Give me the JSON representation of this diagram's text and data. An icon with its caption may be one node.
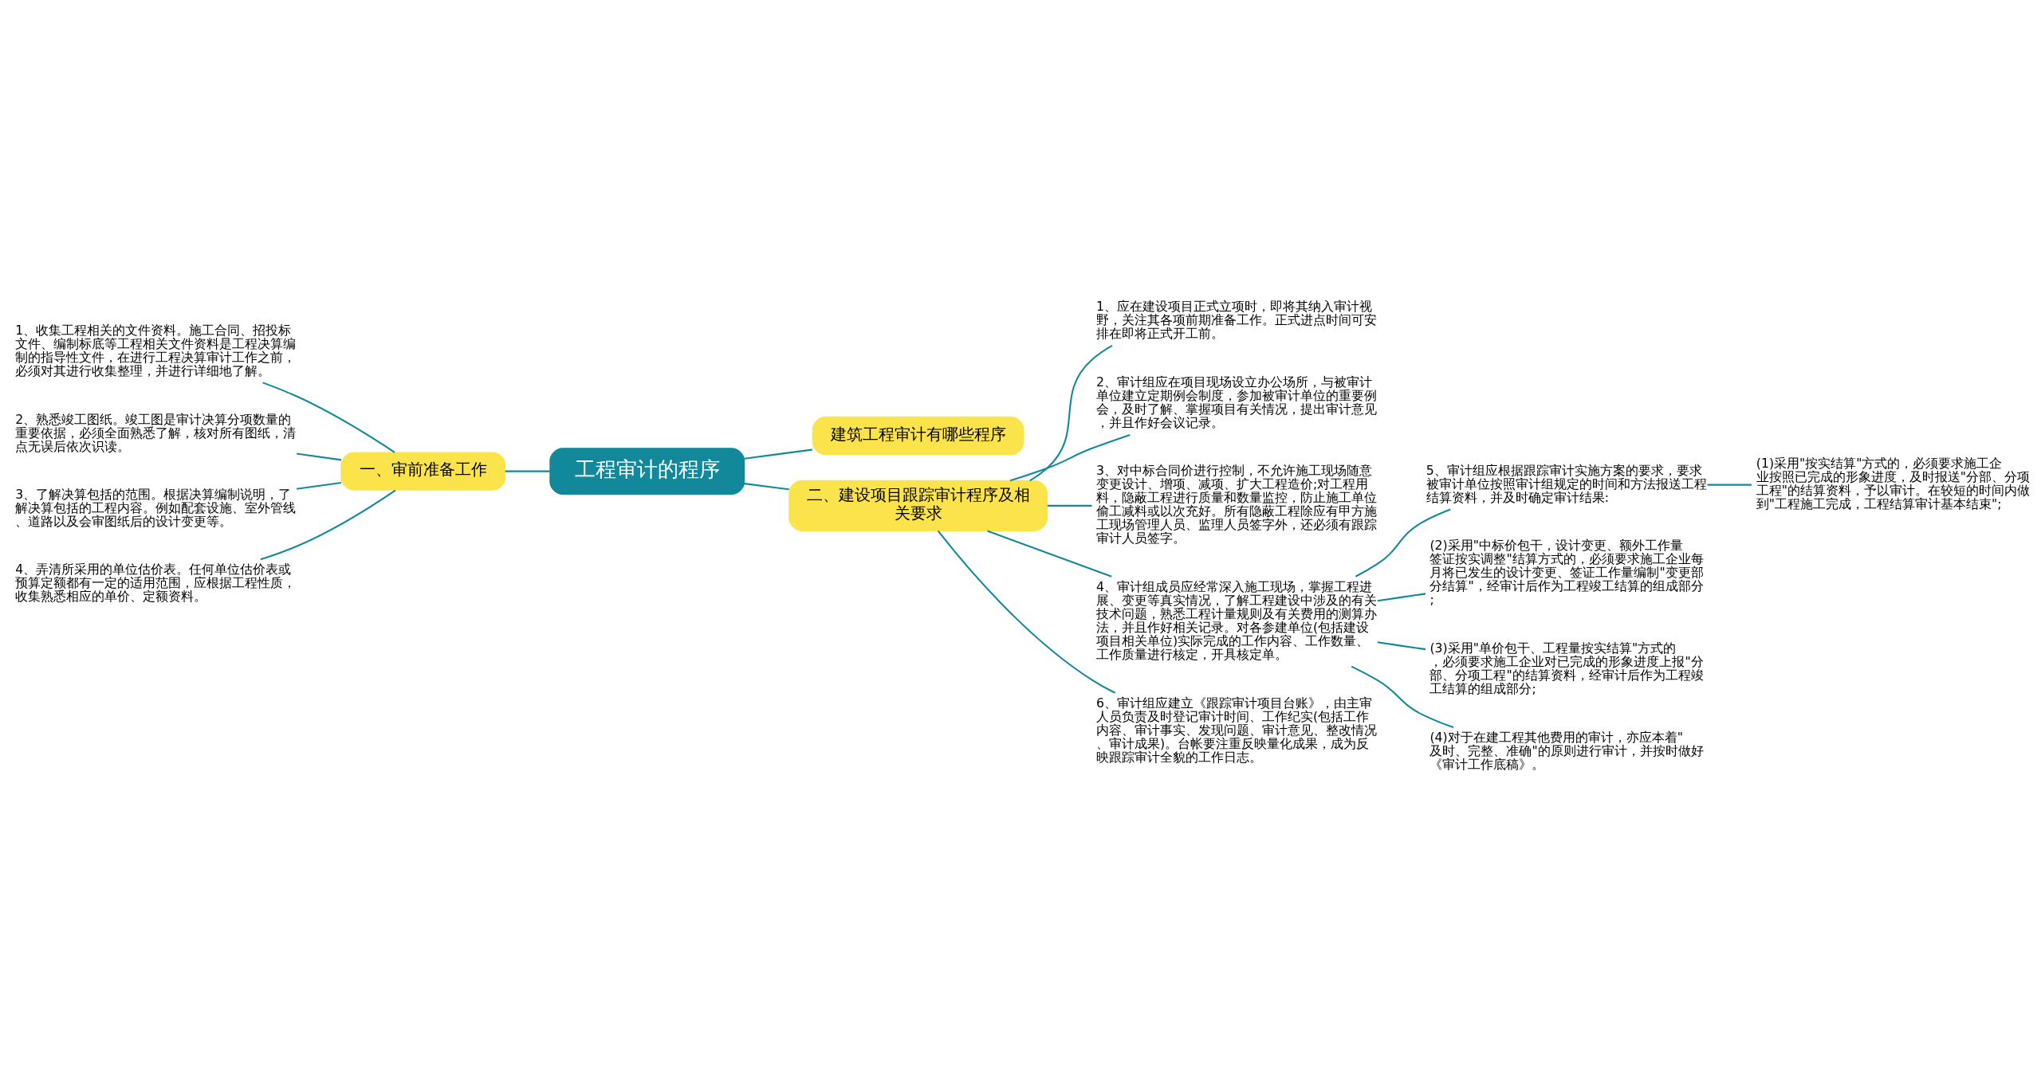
{
  "diagram": {
    "nodes": [
      {
        "text": [
          "工程审计的程序"
        ]
      },
      {
        "text": [
          "建筑工程审计有哪些程序"
        ]
      },
      {
        "text": [
          "一、审前准备工作"
        ]
      },
      {
        "text": [
          "1、收集工程相关的文件资料。施工合同、招投标文件、编制标底等工程相关文件资料是工程决算编制的指导性文件，在进行工程决算审计工作之前，必须对其进行收集整理，并进行详细地了解。"
        ]
      },
      {
        "text": [
          "2、熟悉竣工图纸。竣工图是审计决算分项数量的重要依据，必须全面熟悉了解，核对所有图纸，清点无误后依次识读。"
        ]
      },
      {
        "text": [
          "3、了解决算包括的范围。根据决算编制说明，了解决算包括的工程内容。例如配套设施、室外管线、道路以及会审图纸后的设计变更等。"
        ]
      },
      {
        "text": [
          "4、弄清所采用的单位估价表。任何单位估价表或预算定额都有一定的适用范围，应根据工程性质，收集熟悉相应的单价、定额资料。"
        ]
      },
      {
        "text": [
          "二、建设项目跟踪审计程序及相关要求"
        ]
      },
      {
        "text": [
          "1、应在建设项目正式立项时，即将其纳入审计视野，关注其各项前期准备工作。正式进点时间可安排在即将正式开工前。"
        ]
      },
      {
        "text": [
          "2、审计组应在项目现场设立办公场所，与被审计单位建立定期例会制度，参加被审计单位的重要例会，及时了解、掌握项目有关情况，提出审计意见，并且作好会议记录。"
        ]
      },
      {
        "text": [
          "3、对中标合同价进行控制，不允许施工现场随意变更设计、增项、减项、扩大工程造价;对工程用料，隐蔽工程进行质量和数量监控，防止施工单位偷工减料或以次充好。所有隐蔽工程除应有甲方施工现场管理人员、监理人员签字外，还必须有跟踪审计人员签字。"
        ]
      },
      {
        "text": [
          "4、审计组成员应经常深入施工现场，掌握工程进展、变更等真实情况，了解工程建设中涉及的有关技术问题，熟悉工程计量规则及有关费用的测算办法，并且作好相关记录。对各参建单位(包括建设项目相关单位)实际完成的工作内容、工作数量、工作质量进行核定，开具核定单。"
        ]
      },
      {
        "text": [
          "5、审计组应根据跟踪审计实施方案的要求，要求被审计单位按照审计组规定的时间和方法报送工程结算资料，并及时确定审计结果:"
        ]
      },
      {
        "text": [
          "(1)采用\"按实结算\"方式的，必须要求施工企业按照已完成的形象进度，及时报送\"分部、分项工程\"的结算资料，予以审计。在较短的时间内做到\"工程施工完成，工程结算审计基本结束\";"
        ]
      },
      {
        "text": [
          "(2)采用\"中标价包干，设计变更、额外工作量签证按实调整\"结算方式的，必须要求施工企业每月将已发生的设计变更、签证工作量编制\"变更部分结算\"，经审计后作为工程竣工结算的组成部分;"
        ]
      },
      {
        "text": [
          "(3)采用\"单价包干、工程量按实结算\"方式的，必须要求施工企业对已完成的形象进度上报\"分部、分项工程\"的结算资料，经审计后作为工程竣工结算的组成部分;"
        ]
      },
      {
        "text": [
          "(4)对于在建工程其他费用的审计，亦应本着\"及时、完整、准确\"的原则进行审计，并按时做好《审计工作底稿》。"
        ]
      },
      {
        "text": [
          "6、审计组应建立《跟踪审计项目台账》，由主审人员负责及时登记审计时间、工作纪实(包括工作内容、审计事实、发现问题、审计意见、整改情况、审计成果)。台帐要注重反映量化成果，成为反映跟踪审计全貌的工作日志。"
        ]
      }
    ],
    "edges": [
      {
        "from": 0,
        "to": 1,
        "arrow": "none"
      },
      {
        "from": 0,
        "to": 2,
        "arrow": "none"
      },
      {
        "from": 2,
        "to": 3,
        "arrow": "none"
      },
      {
        "from": 2,
        "to": 4,
        "arrow": "none"
      },
      {
        "from": 2,
        "to": 5,
        "arrow": "none"
      },
      {
        "from": 2,
        "to": 6,
        "arrow": "none"
      },
      {
        "from": 0,
        "to": 7,
        "arrow": "none"
      },
      {
        "from": 7,
        "to": 8,
        "arrow": "none"
      },
      {
        "from": 7,
        "to": 9,
        "arrow": "none"
      },
      {
        "from": 7,
        "to": 10,
        "arrow": "none"
      },
      {
        "from": 7,
        "to": 11,
        "arrow": "none"
      },
      {
        "from": 11,
        "to": 12,
        "arrow": "none"
      },
      {
        "from": 12,
        "to": 13,
        "arrow": "none"
      },
      {
        "from": 11,
        "to": 14,
        "arrow": "none"
      },
      {
        "from": 11,
        "to": 15,
        "arrow": "none"
      },
      {
        "from": 11,
        "to": 16,
        "arrow": "none"
      },
      {
        "from": 7,
        "to": 17,
        "arrow": "none"
      }
    ]
  }
}
